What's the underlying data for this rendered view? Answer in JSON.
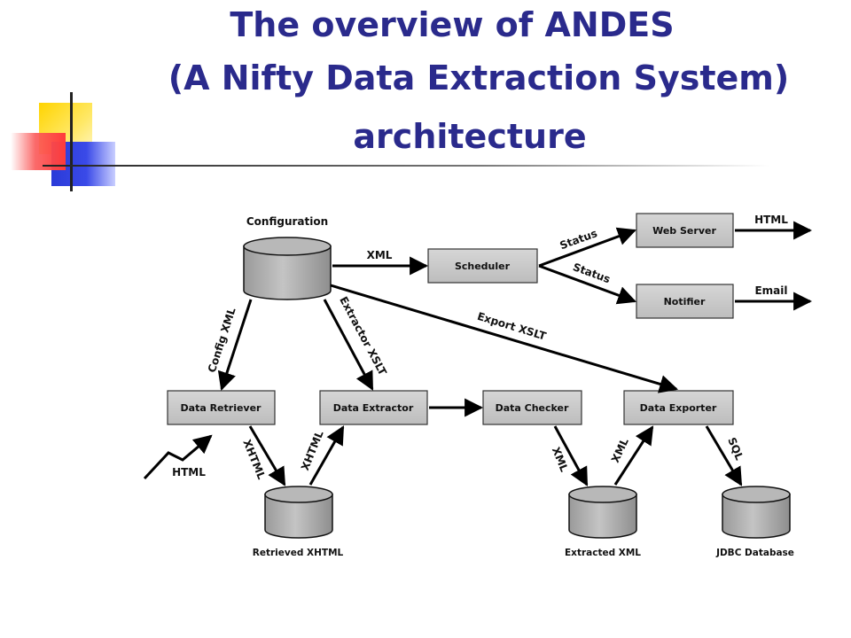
{
  "title": {
    "line1": "The overview of ANDES",
    "line2": "(A Nifty Data Extraction System)",
    "line3": "architecture"
  },
  "diagram": {
    "nodes": {
      "configuration": "Configuration",
      "scheduler": "Scheduler",
      "web_server": "Web Server",
      "notifier": "Notifier",
      "data_retriever": "Data Retriever",
      "data_extractor": "Data Extractor",
      "data_checker": "Data Checker",
      "data_exporter": "Data Exporter",
      "retrieved_xhtml": "Retrieved XHTML",
      "extracted_xml": "Extracted XML",
      "jdbc_database": "JDBC Database"
    },
    "edges": {
      "config_to_scheduler": "XML",
      "scheduler_to_webserver": "Status",
      "scheduler_to_notifier": "Status",
      "webserver_out": "HTML",
      "notifier_out": "Email",
      "config_to_retriever": "Config XML",
      "config_to_extractor": "Extractor XSLT",
      "config_to_exporter": "Export XSLT",
      "html_in": "HTML",
      "retriever_to_db": "XHTML",
      "db_to_extractor": "XHTML",
      "checker_to_db": "XML",
      "db_to_exporter": "XML",
      "exporter_to_jdbc": "SQL"
    }
  }
}
